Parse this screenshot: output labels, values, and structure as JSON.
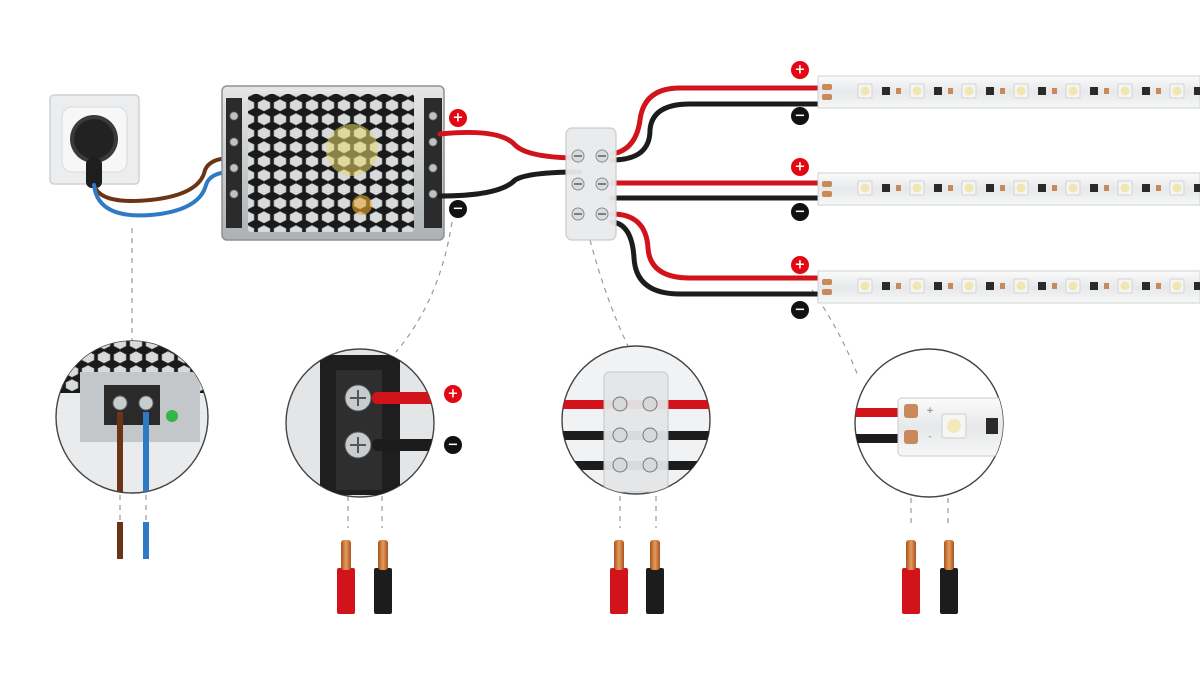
{
  "signs": {
    "positive": "+",
    "negative": "−"
  },
  "strip_terminals": {
    "positive": "+",
    "negative": "-"
  },
  "colors": {
    "positive_wire": "#d3131b",
    "negative_wire": "#1c1c1c",
    "phase_wire": "#6b3415",
    "neutral_wire": "#2f7ac4",
    "positive_badge": "#e30613",
    "negative_badge": "#111111",
    "led_strip_body": "#eef0f1",
    "psu_casing": "#c9ccce",
    "leader_line": "#9a9a9a"
  },
  "components": [
    {
      "name": "wall-socket",
      "icon": "power-socket-icon"
    },
    {
      "name": "power-supply",
      "icon": "psu-icon"
    },
    {
      "name": "terminal-block",
      "icon": "connector-block-icon"
    },
    {
      "name": "led-strip",
      "icon": "led-strip-icon",
      "count": 3
    }
  ],
  "zoom_details": [
    {
      "name": "zoom-psu-input",
      "wires": [
        "phase_wire",
        "neutral_wire"
      ]
    },
    {
      "name": "zoom-psu-output",
      "wires": [
        "positive_wire",
        "negative_wire"
      ]
    },
    {
      "name": "zoom-terminal-block",
      "wires": [
        "positive_wire",
        "negative_wire"
      ]
    },
    {
      "name": "zoom-strip-connection",
      "wires": [
        "positive_wire",
        "negative_wire"
      ]
    }
  ]
}
